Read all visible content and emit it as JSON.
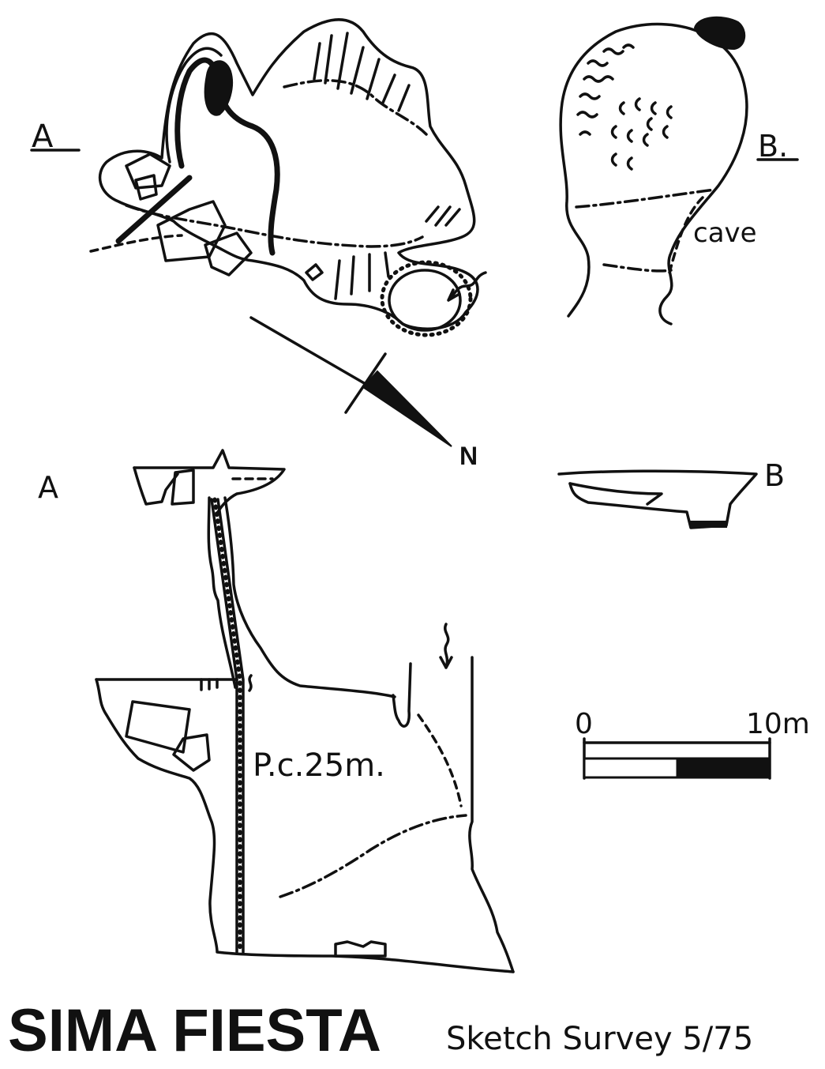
{
  "labels": {
    "plan_a": "A",
    "plan_b": "B.",
    "cave": "cave",
    "north": "N",
    "section_a": "A",
    "section_b": "B",
    "pitch": "P.c.25m.",
    "scale_start": "0",
    "scale_end": "10m"
  },
  "title": {
    "main": "SIMA FIESTA",
    "subtitle": "Sketch Survey 5/75"
  },
  "colors": {
    "ink": "#111111",
    "paper": "#ffffff"
  }
}
